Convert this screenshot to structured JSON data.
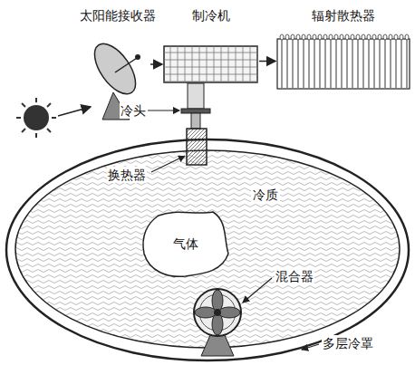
{
  "diagram": {
    "nodes": [
      {
        "text": [
          "太阳能接收器"
        ]
      },
      {
        "text": [
          "制冷机"
        ]
      },
      {
        "text": [
          "辐射散热器"
        ]
      },
      {
        "text": [
          "冷质"
        ]
      },
      {
        "text": [
          "气体"
        ],
        "in": 3
      }
    ],
    "edges": [
      {
        "from": 0,
        "to": 1,
        "arrow": "to"
      },
      {
        "from": 1,
        "to": 2,
        "arrow": "to"
      }
    ],
    "labels": [
      "冷头",
      "换热器",
      "混合器",
      "多层冷罩"
    ]
  }
}
